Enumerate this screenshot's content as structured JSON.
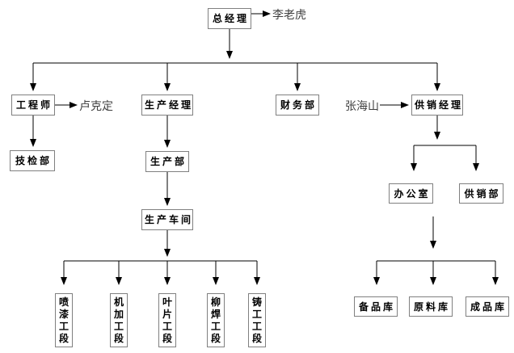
{
  "diagram": {
    "type": "organization-flowchart",
    "language": "zh-CN",
    "colors": {
      "background": "#ffffff",
      "connector": "#000000",
      "box_border": "#808080",
      "box_text": "#000000",
      "annotation_text": "#404040"
    },
    "nodes": {
      "general_manager": "总经理",
      "general_manager_name": "李老虎",
      "engineer": "工程师",
      "engineer_name": "卢克定",
      "production_manager": "生产经理",
      "finance_dept": "财务部",
      "supply_sales_manager_name": "张海山",
      "supply_sales_manager": "供销经理",
      "tech_inspection_dept": "技检部",
      "production_dept": "生产部",
      "production_workshop": "生产车间",
      "office": "办公室",
      "supply_sales_dept": "供销部",
      "workshop_sections": [
        "喷漆工段",
        "机加工段",
        "叶片工段",
        "柳焊工段",
        "铸工工段"
      ],
      "warehouses": [
        "备品库",
        "原料库",
        "成品库"
      ]
    }
  }
}
